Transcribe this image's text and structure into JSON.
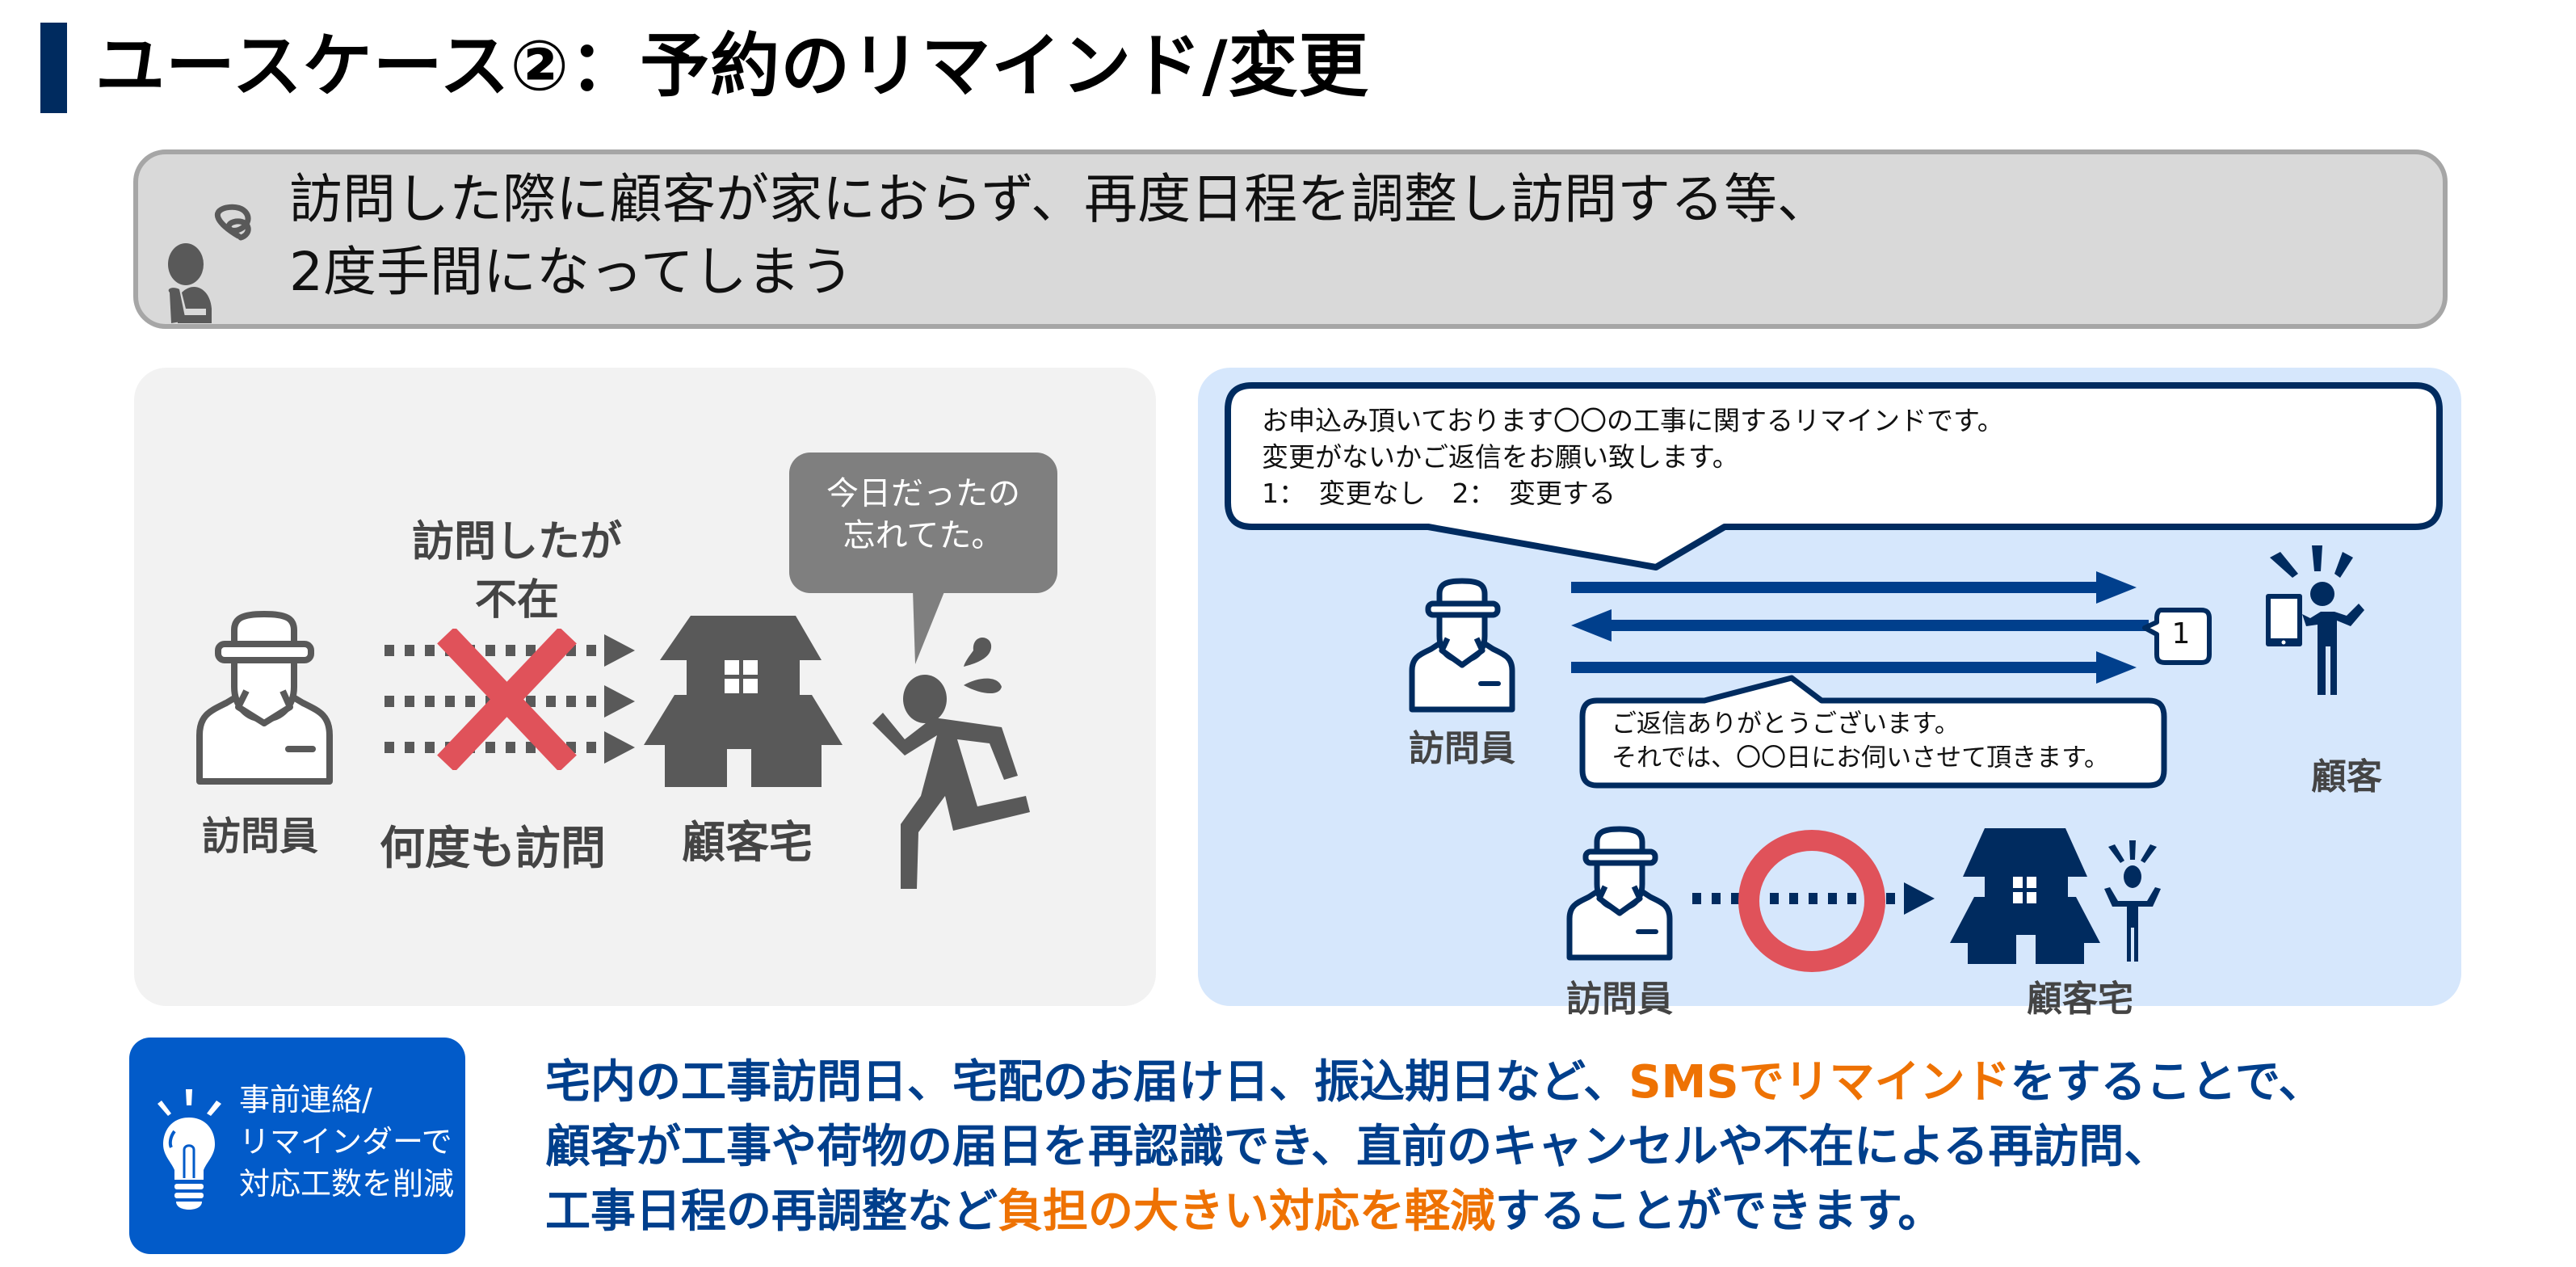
{
  "title": "ユースケース②：予約のリマインド/変更",
  "problem": {
    "line1": "訪問した際に顧客が家におらず、再度日程を調整し訪問する等、",
    "line2": "2度手間になってしまう",
    "icon": "worried-person-icon"
  },
  "before_panel": {
    "visited_label_line1": "訪問したが",
    "visited_label_line2": "不在",
    "visitor_label": "訪問員",
    "repeat_label": "何度も訪問",
    "house_label": "顧客宅",
    "customer_speech": "今日だったの\n忘れてた。",
    "icons": [
      "visitor-icon",
      "dotted-arrow-icon",
      "cross-mark-icon",
      "house-icon",
      "running-person-icon"
    ]
  },
  "after_panel": {
    "sms_message": {
      "line1": "お申込み頂いております〇〇の工事に関するリマインドです。",
      "line2": "変更がないかご返信をお願い致します。",
      "line3": "1：　変更なし　2：　変更する"
    },
    "reply_badge": "1",
    "reply_message": {
      "line1": "ご返信ありがとうございます。",
      "line2": "それでは、〇〇日にお伺いさせて頂きます。"
    },
    "visitor_label": "訪問員",
    "customer_label": "顧客",
    "bottom_visitor_label": "訪問員",
    "bottom_house_label": "顧客宅",
    "icons": [
      "visitor-icon",
      "arrow-icon",
      "smartphone-person-icon",
      "circle-mark-icon",
      "house-icon"
    ]
  },
  "tip": {
    "line1": "事前連絡/",
    "line2": "リマインダーで",
    "line3": "対応工数を削減",
    "icon": "lightbulb-icon"
  },
  "summary": {
    "line1_a": "宅内の工事訪問日、宅配のお届け日、振込期日など、",
    "line1_hl": "SMSでリマインド",
    "line1_b": "をすることで、",
    "line2": "顧客が工事や荷物の届日を再認識でき、直前のキャンセルや不在による再訪問、",
    "line3_a": "工事日程の再調整など",
    "line3_hl": "負担の大きい対応を軽減",
    "line3_b": "することができます。"
  },
  "colors": {
    "title_bar": "#002B5F",
    "navy": "#002B5F",
    "arrow_blue": "#003F8C",
    "tip_blue": "#025BC9",
    "highlight_orange": "#EE7203",
    "mark_red": "#E0525A",
    "icon_gray": "#595959",
    "panel_blue": "#D6E7FC",
    "panel_gray": "#F2F2F2"
  }
}
